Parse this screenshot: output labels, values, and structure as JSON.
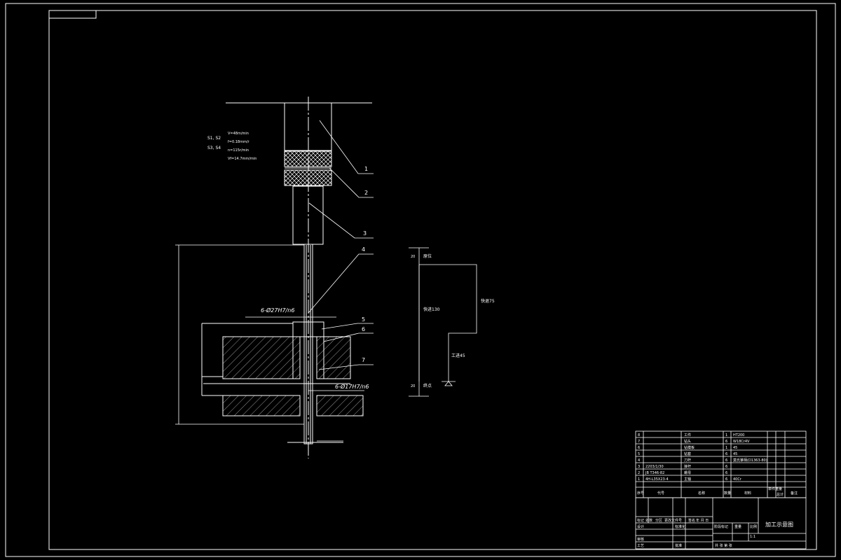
{
  "drawing": {
    "title_block_title": "加工示意图",
    "params": {
      "labels_left": [
        "S1, S2",
        "S3, S4"
      ],
      "lines": [
        "V=48m/min",
        "f=0.18mm/r",
        "n=115r/min",
        "Vf=14.7mm/min"
      ]
    },
    "callouts": [
      "1",
      "2",
      "3",
      "4",
      "5",
      "6",
      "7"
    ],
    "hole_dims": {
      "upper": "6-Ø27H7/n6",
      "lower": "6-Ø17H7/n6"
    },
    "work_cycle": {
      "start_mark": "20",
      "start_label": "原位",
      "rapid_forward": "快进130",
      "work_feed": "工进45",
      "rapid_return": "快退75",
      "end_mark": "20",
      "end_label": "终点"
    },
    "bom": {
      "rows": [
        {
          "no": "8",
          "code": "",
          "name": "工件",
          "qty": "1",
          "material": "HT200"
        },
        {
          "no": "7",
          "code": "",
          "name": "钻头",
          "qty": "6",
          "material": "W18Cr4V"
        },
        {
          "no": "6",
          "code": "",
          "name": "钻模板",
          "qty": "1",
          "material": "45"
        },
        {
          "no": "5",
          "code": "",
          "name": "钻套",
          "qty": "6",
          "material": "45"
        },
        {
          "no": "4",
          "code": "",
          "name": "刀杆",
          "qty": "6",
          "material": "莫氏锥柄(D1363-80)"
        },
        {
          "no": "3",
          "code": "2203/1/30",
          "name": "接杆",
          "qty": "6",
          "material": ""
        },
        {
          "no": "2",
          "code": "JB T346-82",
          "name": "螺母",
          "qty": "6",
          "material": ""
        },
        {
          "no": "1",
          "code": "4H-L35X23-4",
          "name": "主轴",
          "qty": "6",
          "material": "40Cr"
        }
      ],
      "headers": {
        "no": "序号",
        "code": "代号",
        "name": "名称",
        "qty": "数量",
        "material": "材料",
        "unit_weight": "单件重量",
        "total_weight": "总计",
        "remark": "备注"
      }
    },
    "title_block": {
      "marks": [
        "标记",
        "处数",
        "分区",
        "更改文件号",
        "签名",
        "年 月 日"
      ],
      "roles": [
        "设计",
        "审核",
        "工艺"
      ],
      "std": [
        "标准化",
        "批准"
      ],
      "stage": [
        "阶段标记",
        "重量",
        "比例"
      ],
      "sheet": "共 张 第 张",
      "scale": "1:1"
    }
  }
}
